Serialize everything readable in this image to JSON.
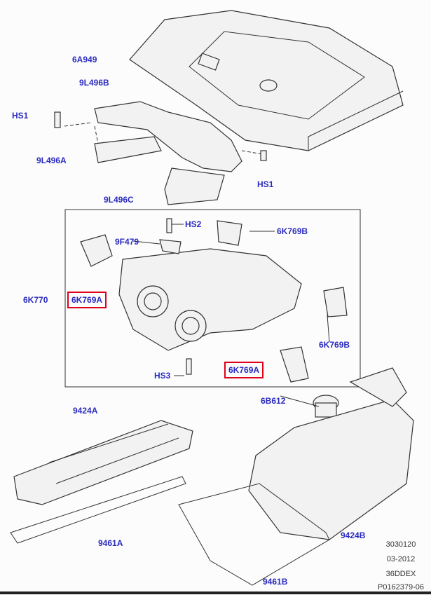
{
  "labels": {
    "cover": "6A949",
    "bracket_b": "9L496B",
    "hs1_left": "HS1",
    "bracket_a": "9L496A",
    "hs1_right": "HS1",
    "bracket_c": "9L496C",
    "hs2": "HS2",
    "sensor": "9F479",
    "hose_b_top": "6K769B",
    "manifold": "6K770",
    "hose_a_left": "6K769A",
    "hose_b_right": "6K769B",
    "hs3": "HS3",
    "hose_a_right": "6K769A",
    "oil_cap": "6B612",
    "valve_cover_left": "9424A",
    "gasket_left": "9461A",
    "valve_cover_right": "9424B",
    "gasket_right": "9461B"
  },
  "footer": {
    "code": "3030120",
    "date": "03-2012",
    "model": "36DDEX",
    "ref": "P0162379-06"
  },
  "colors": {
    "label": "#2b2bbf",
    "highlight": "#e0001a"
  }
}
